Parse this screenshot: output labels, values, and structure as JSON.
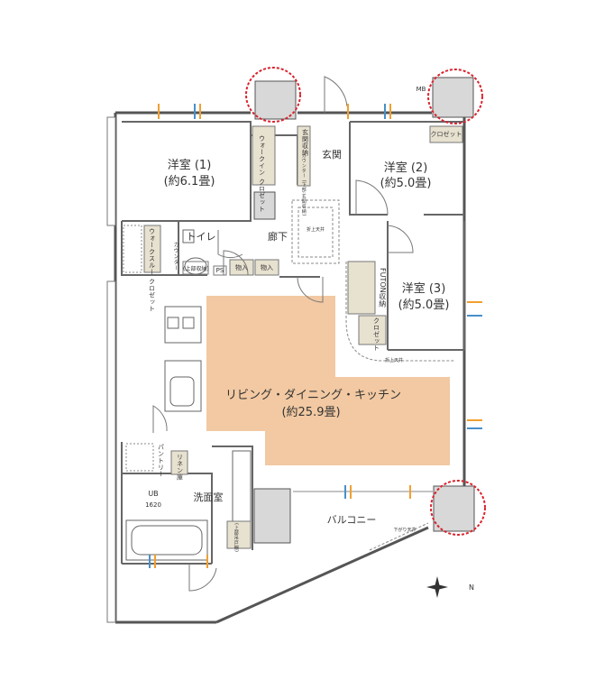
{
  "rooms": {
    "western1": {
      "name": "洋室 (1)",
      "size": "(約6.1畳)"
    },
    "western2": {
      "name": "洋室 (2)",
      "size": "(約5.0畳)"
    },
    "western3": {
      "name": "洋室 (3)",
      "size": "(約5.0畳)"
    },
    "ldk": {
      "name": "リビング・ダイニング・キッチン",
      "size": "(約25.9畳)"
    },
    "entrance": "玄関",
    "hallway": "廊下",
    "toilet": "トイレ",
    "washroom": "洗面室",
    "balcony": "バルコニー",
    "ub": "UB",
    "ub_size": "1620"
  },
  "storage": {
    "walkin": "ウォークイン クロゼット",
    "walkthrough": "ウォークスルー クロゼット",
    "closet": "クロゼット",
    "futon": "FUTON収納",
    "pantry": "パントリー",
    "linen": "リネン庫",
    "mono1": "物入",
    "mono2": "物入",
    "counter": "カウンター",
    "upper_storage": "(上部収納)",
    "entrance_storage": "玄関収納",
    "shoe_counter": "カウンター (下部:玄関収納)",
    "washer_storage": "(上部吊戸棚)",
    "mb": "MB",
    "ps": "PS"
  },
  "notes": {
    "ceiling1": "折上天井",
    "ceiling2": "折上天井",
    "balcony_ceiling": "下がり天井"
  },
  "compass": {
    "label": "N"
  },
  "colors": {
    "ldk_fill": "#f2c9a2",
    "wall": "#555555",
    "storage_fill": "#e7e1d0",
    "highlight_circle": "#d9232e",
    "window_mark": "#f0a030",
    "window_mark2": "#4a8fc8"
  }
}
